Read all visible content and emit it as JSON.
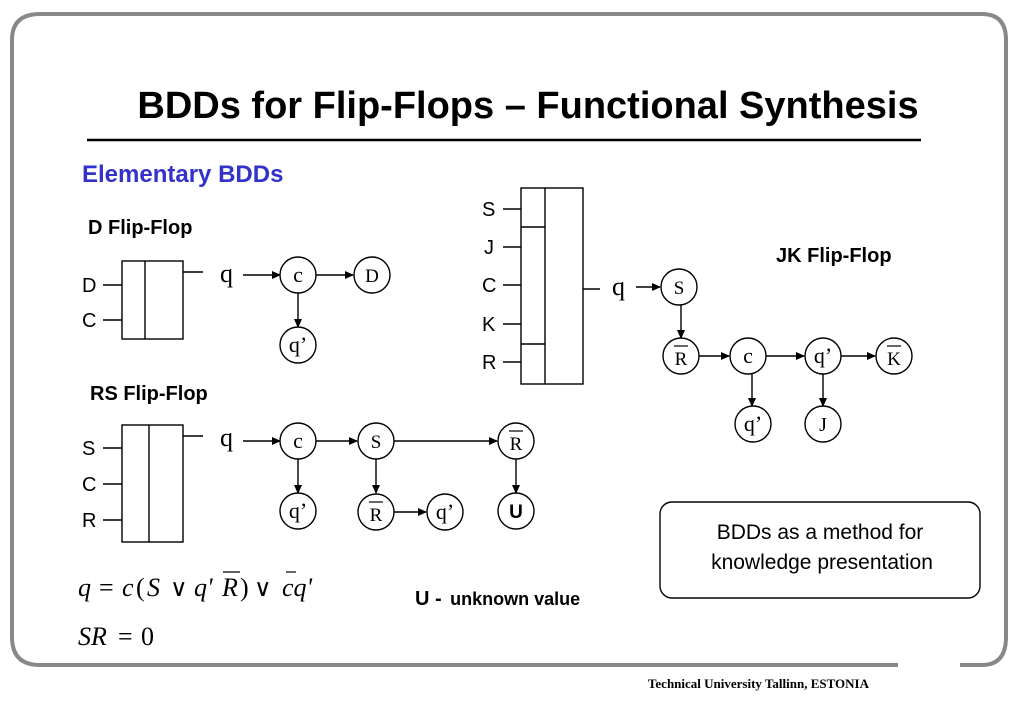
{
  "title": "BDDs for Flip-Flops – Functional Synthesis",
  "subtitle": "Elementary BDDs",
  "d_ff": {
    "heading": "D Flip-Flop",
    "inputs": [
      "D",
      "C"
    ],
    "output": "q",
    "nodes": {
      "c": "c",
      "d": "D",
      "q1": "q’"
    }
  },
  "rs_ff": {
    "heading": "RS Flip-Flop",
    "inputs": [
      "S",
      "C",
      "R"
    ],
    "output": "q",
    "nodes": {
      "c": "c",
      "s": "S",
      "r1": "R",
      "q1": "q’",
      "r2": "R",
      "q2": "q’",
      "u": "U"
    }
  },
  "jk_ff": {
    "heading": "JK Flip-Flop",
    "inputs": [
      "S",
      "J",
      "C",
      "K",
      "R"
    ],
    "output": "q",
    "nodes": {
      "s": "S",
      "r": "R",
      "c": "c",
      "q1": "q’",
      "k": "K",
      "q2": "q’",
      "j": "J"
    }
  },
  "callout": {
    "line1": "BDDs as a method for",
    "line2": "knowledge presentation"
  },
  "legend": {
    "u": "U -",
    "text": "unknown value"
  },
  "formulas": {
    "f1": {
      "q": "q",
      "eq": "=",
      "c": "c",
      "lp": "(",
      "s": "S",
      "or1": "∨",
      "qp": "q'",
      "r": "R",
      "rp": ")",
      "or2": "∨",
      "cq": "cq'"
    },
    "f2": {
      "sr": "SR",
      "eq": "=",
      "zero": "0"
    }
  },
  "footer": "Technical University Tallinn, ESTONIA",
  "colors": {
    "subtitle": "#3333cc",
    "frame": "#888888"
  }
}
